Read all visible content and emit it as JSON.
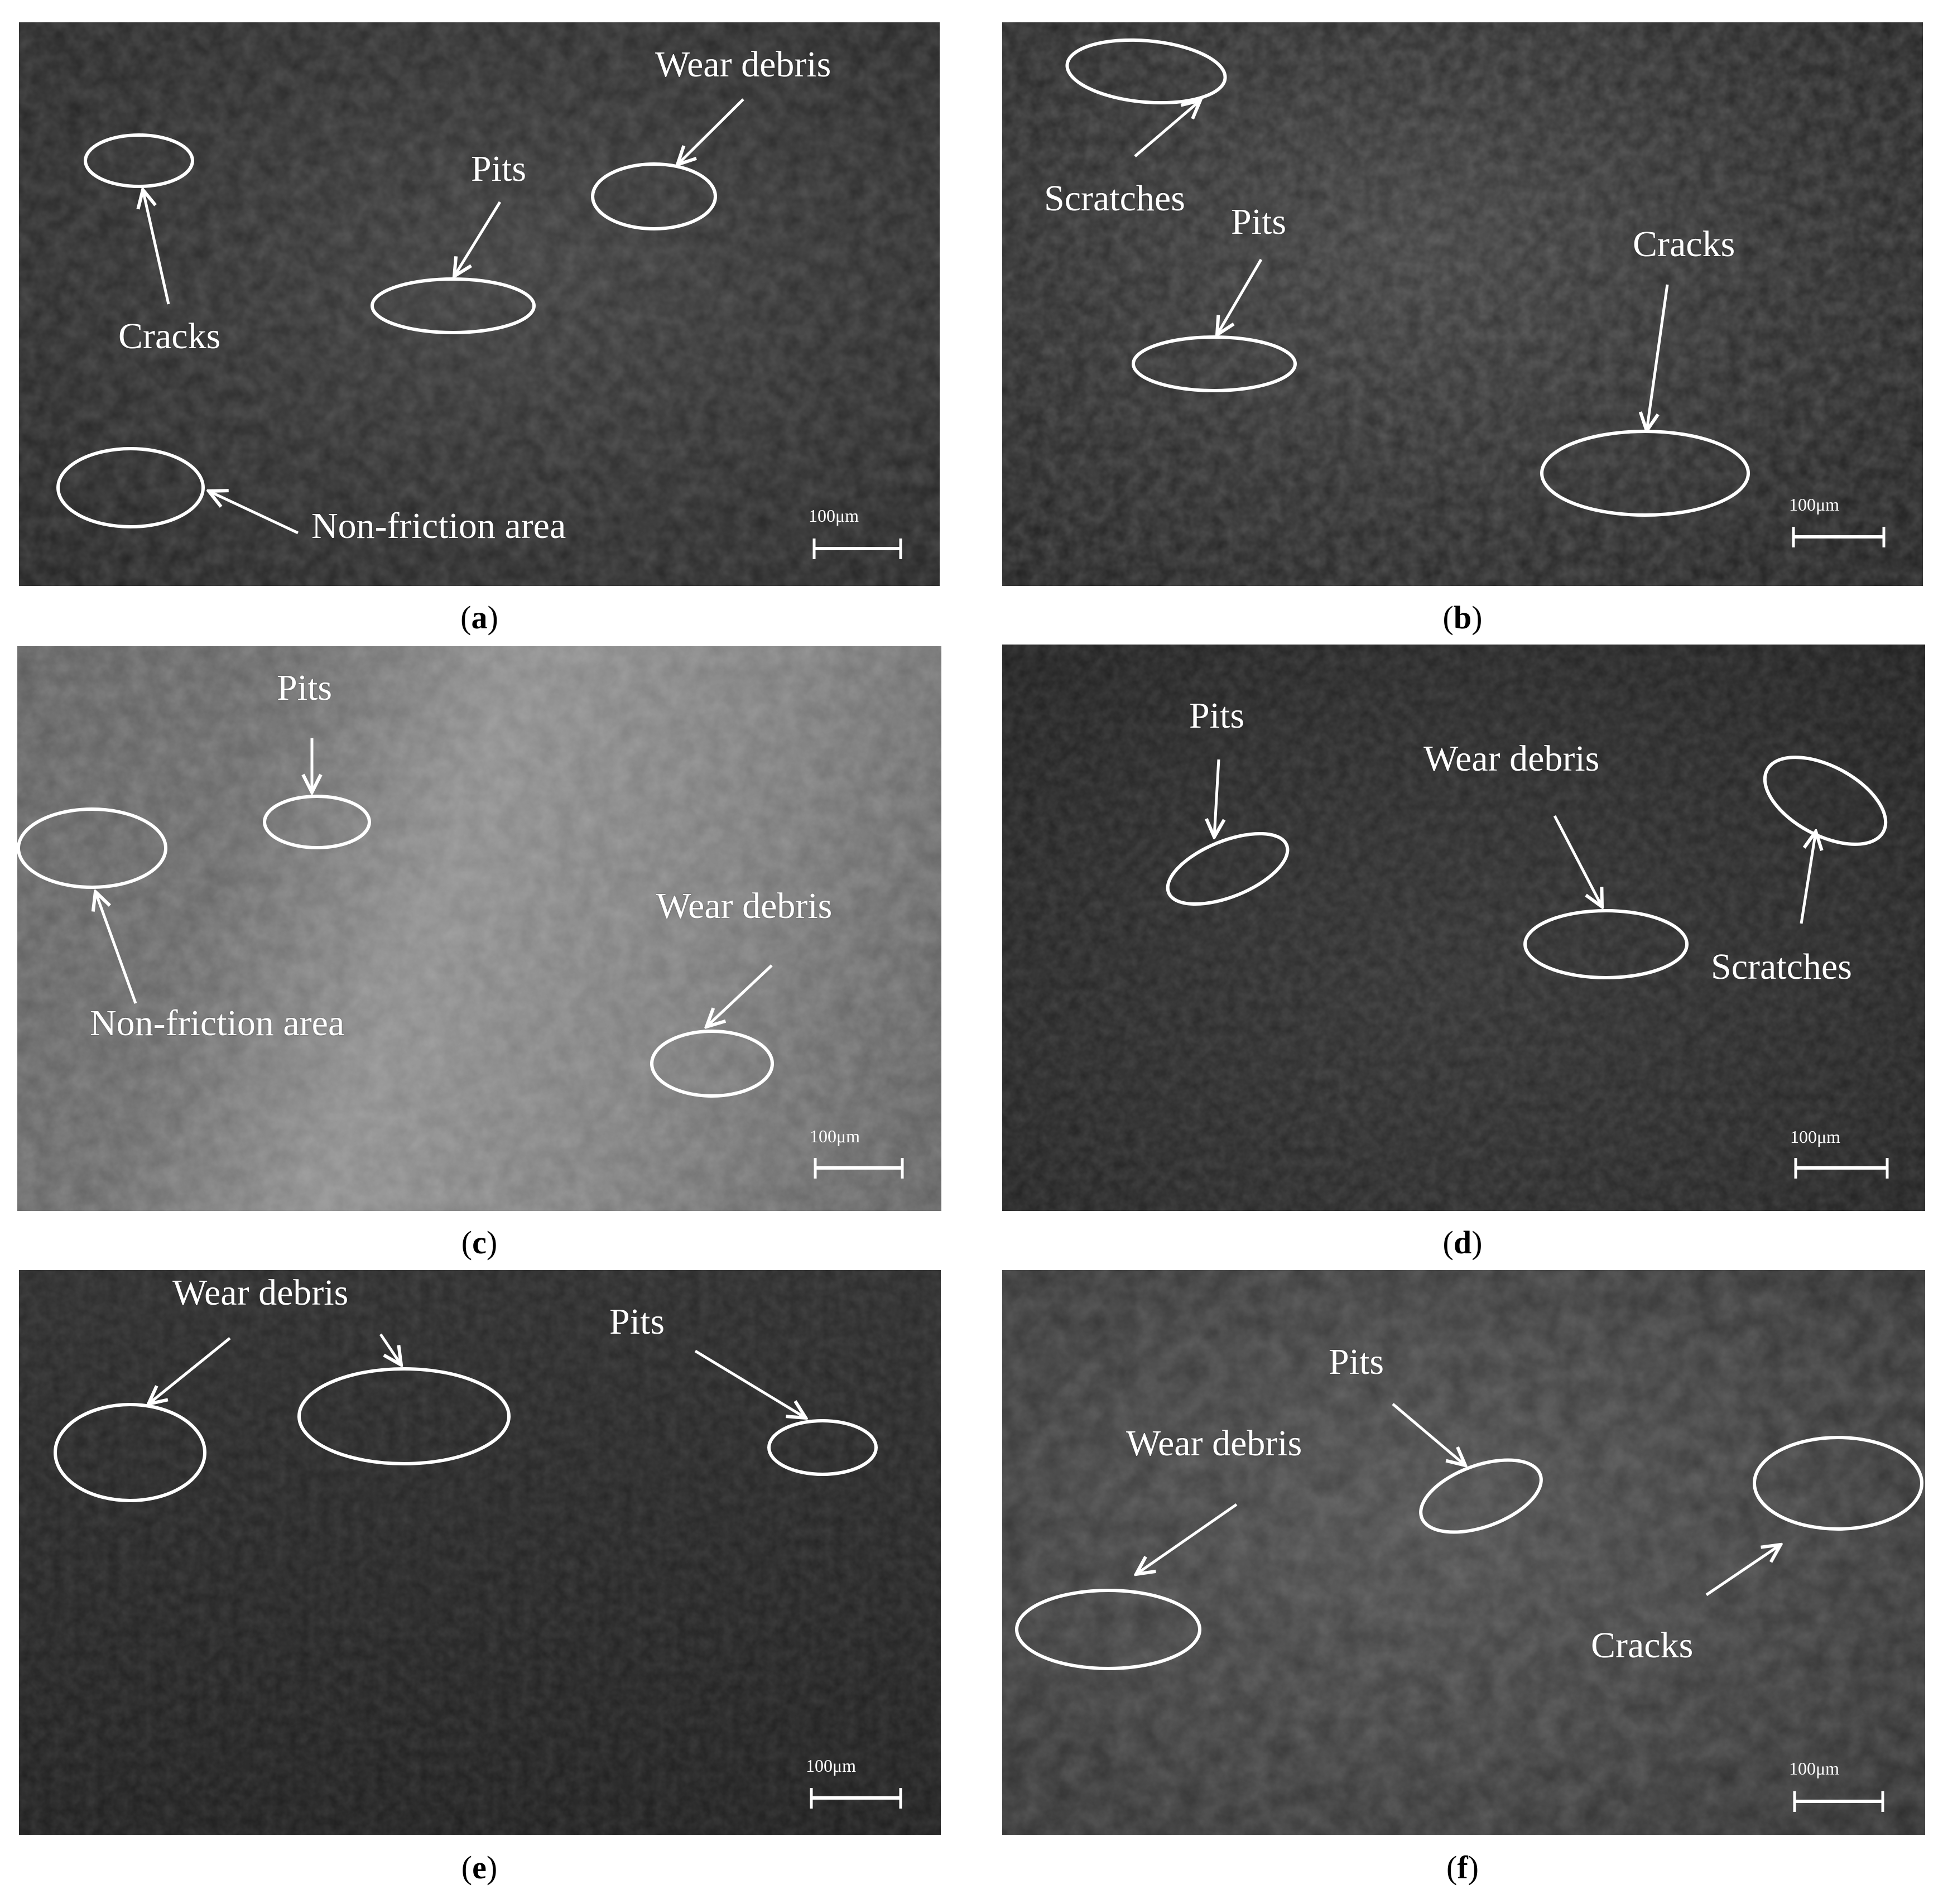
{
  "panels": [
    {
      "id": "a",
      "caption_letter": "a",
      "labels": {
        "cracks": "Cracks",
        "pits": "Pits",
        "wear_debris": "Wear debris",
        "non_friction": "Non-friction area"
      },
      "scale": "100μm"
    },
    {
      "id": "b",
      "caption_letter": "b",
      "labels": {
        "scratches": "Scratches",
        "pits": "Pits",
        "cracks": "Cracks"
      },
      "scale": "100μm"
    },
    {
      "id": "c",
      "caption_letter": "c",
      "labels": {
        "pits": "Pits",
        "non_friction": "Non-friction area",
        "wear_debris": "Wear debris"
      },
      "scale": "100μm"
    },
    {
      "id": "d",
      "caption_letter": "d",
      "labels": {
        "pits": "Pits",
        "wear_debris": "Wear debris",
        "scratches": "Scratches"
      },
      "scale": "100μm"
    },
    {
      "id": "e",
      "caption_letter": "e",
      "labels": {
        "wear_debris": "Wear debris",
        "pits": "Pits"
      },
      "scale": "100μm"
    },
    {
      "id": "f",
      "caption_letter": "f",
      "labels": {
        "pits": "Pits",
        "wear_debris": "Wear debris",
        "cracks": "Cracks"
      },
      "scale": "100μm"
    }
  ]
}
